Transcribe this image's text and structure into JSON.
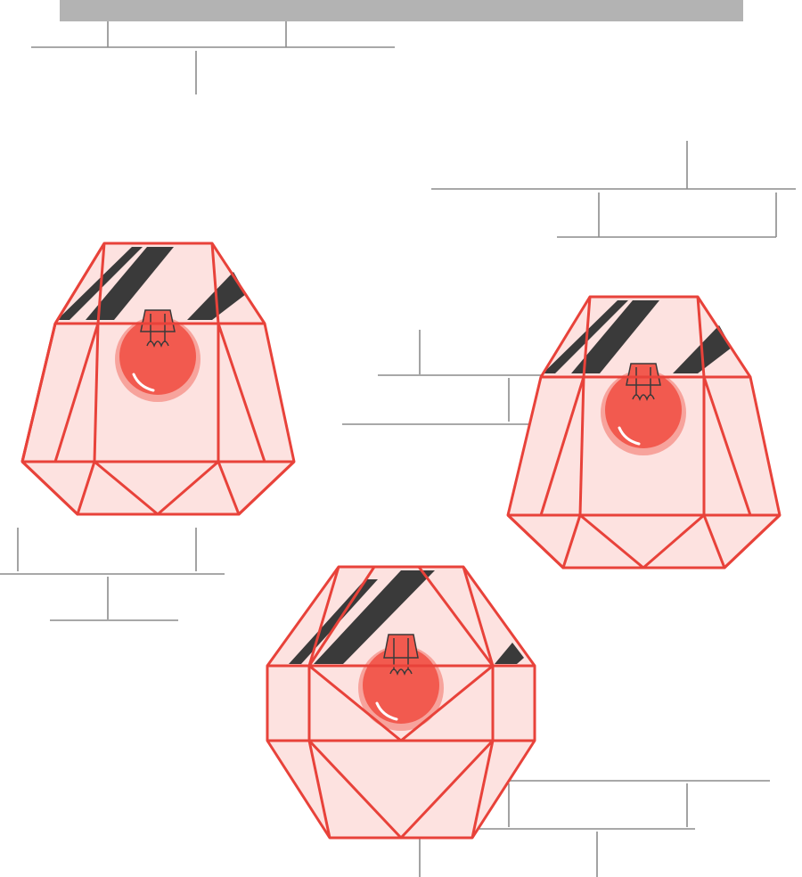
{
  "scene": {
    "description_free": true,
    "colors": {
      "background": "#ffffff",
      "top_bar": "#b3b3b3",
      "brick_lines": "#8c8c8c",
      "frame_stroke": "#e8423a",
      "glass_fill": "#fde2e0",
      "shade_stripe": "#3a3a3a",
      "bulb": "#f25a4f",
      "bulb_halo": "#f7a39c",
      "bulb_highlight": "#ffffff"
    },
    "icons": [
      "geometric-pendant-lamp",
      "geometric-pendant-lamp",
      "geometric-pendant-lamp"
    ]
  }
}
